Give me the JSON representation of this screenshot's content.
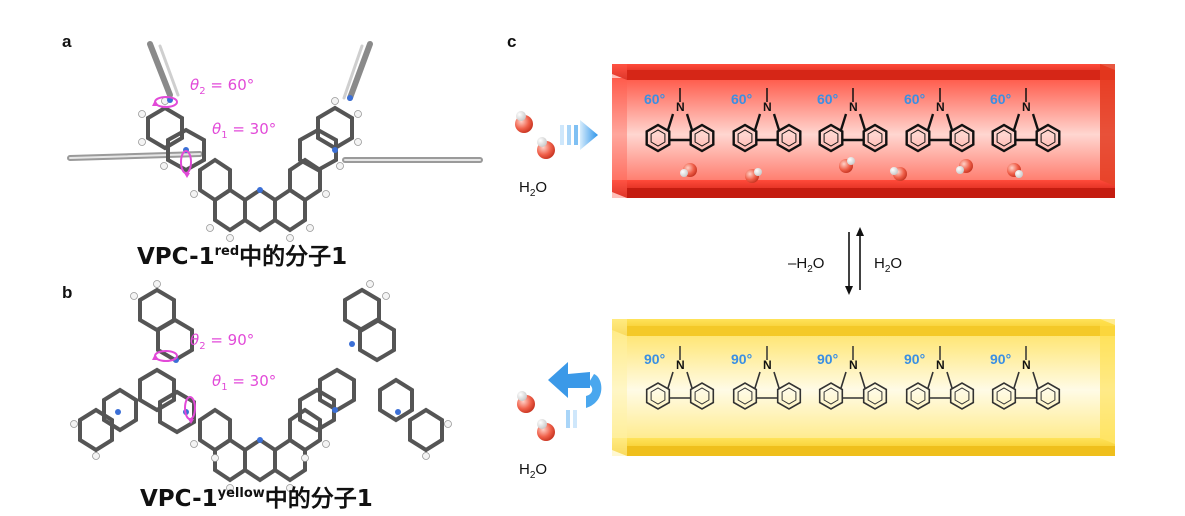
{
  "panels": {
    "a": {
      "label": "a",
      "theta2": {
        "symbol": "θ",
        "sub": "2",
        "value": " = 60°"
      },
      "theta1": {
        "symbol": "θ",
        "sub": "1",
        "value": " = 30°"
      },
      "caption_main": "VPC-1",
      "caption_sup": "red",
      "caption_tail": "中的分子1"
    },
    "b": {
      "label": "b",
      "theta2": {
        "symbol": "θ",
        "sub": "2",
        "value": " = 90°"
      },
      "theta1": {
        "symbol": "θ",
        "sub": "1",
        "value": " = 30°"
      },
      "caption_main": "VPC-1",
      "caption_sup": "yellow",
      "caption_tail": "中的分子1"
    },
    "c": {
      "label": "c",
      "top_channel": {
        "angles": [
          "60°",
          "60°",
          "60°",
          "60°",
          "60°"
        ],
        "color": "#e8291a"
      },
      "bottom_channel": {
        "angles": [
          "90°",
          "90°",
          "90°",
          "90°",
          "90°"
        ],
        "color": "#ffd83a"
      },
      "water_in": {
        "main": "H",
        "sub": "2",
        "tail": "O"
      },
      "water_out": {
        "main": "H",
        "sub": "2",
        "tail": "O"
      },
      "equilibrium": {
        "forward": {
          "main": "–H",
          "sub": "2",
          "tail": "O"
        },
        "reverse": {
          "main": "H",
          "sub": "2",
          "tail": "O"
        }
      },
      "atom_label": "N"
    }
  },
  "colors": {
    "magenta": "#e24ad8",
    "blue_angle": "#3a8fe3",
    "arrow_blue": "#4aa7ee"
  }
}
